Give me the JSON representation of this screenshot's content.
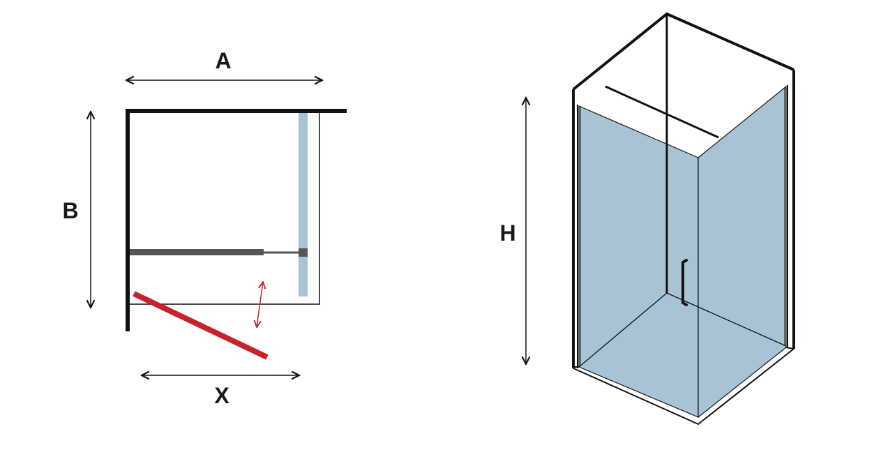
{
  "plan_view": {
    "labels": {
      "width": "A",
      "depth": "B",
      "door_opening": "X"
    }
  },
  "iso_view": {
    "labels": {
      "height": "H"
    }
  },
  "colors": {
    "glass": "#a8c3d4",
    "door_swing": "#c8232c",
    "wall": "#111111",
    "profile": "#555555"
  }
}
